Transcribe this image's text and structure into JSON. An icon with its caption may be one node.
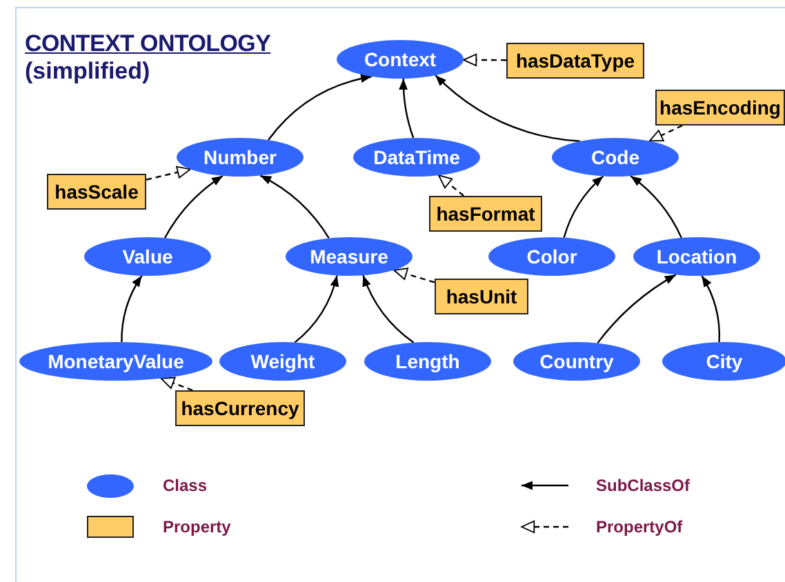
{
  "diagram": {
    "title": "CONTEXT ONTOLOGY",
    "nodes": [
      {
        "text": [
          "Context"
        ]
      },
      {
        "text": [
          "hasDataType"
        ]
      },
      {
        "text": [
          "hasEncoding"
        ]
      },
      {
        "text": [
          "Number"
        ]
      },
      {
        "text": [
          "DataTime"
        ]
      },
      {
        "text": [
          "Code"
        ]
      },
      {
        "text": [
          "hasScale"
        ]
      },
      {
        "text": [
          "hasFormat"
        ]
      },
      {
        "text": [
          "Value"
        ]
      },
      {
        "text": [
          "Measure"
        ]
      },
      {
        "text": [
          "Color"
        ]
      },
      {
        "text": [
          "Location"
        ]
      },
      {
        "text": [
          "hasUnit"
        ]
      },
      {
        "text": [
          "MonetaryValue"
        ]
      },
      {
        "text": [
          "Weight"
        ]
      },
      {
        "text": [
          "Length"
        ]
      },
      {
        "text": [
          "Country"
        ]
      },
      {
        "text": [
          "City"
        ]
      },
      {
        "text": [
          "hasCurrency"
        ]
      }
    ],
    "edges": [
      {
        "from": 3,
        "to": 0,
        "arrow": "to"
      },
      {
        "from": 4,
        "to": 0,
        "arrow": "to"
      },
      {
        "from": 5,
        "to": 0,
        "arrow": "to"
      },
      {
        "from": 1,
        "to": 0,
        "arrow": "to",
        "style": "dashed"
      },
      {
        "from": 2,
        "to": 5,
        "arrow": "to",
        "style": "dashed"
      },
      {
        "from": 6,
        "to": 3,
        "arrow": "to",
        "style": "dashed"
      },
      {
        "from": 7,
        "to": 4,
        "arrow": "to",
        "style": "dashed"
      },
      {
        "from": 8,
        "to": 3,
        "arrow": "to"
      },
      {
        "from": 9,
        "to": 3,
        "arrow": "to"
      },
      {
        "from": 10,
        "to": 5,
        "arrow": "to"
      },
      {
        "from": 11,
        "to": 5,
        "arrow": "to"
      },
      {
        "from": 12,
        "to": 9,
        "arrow": "to",
        "style": "dashed"
      },
      {
        "from": 13,
        "to": 8,
        "arrow": "to"
      },
      {
        "from": 14,
        "to": 9,
        "arrow": "to"
      },
      {
        "from": 15,
        "to": 9,
        "arrow": "to"
      },
      {
        "from": 16,
        "to": 11,
        "arrow": "to"
      },
      {
        "from": 17,
        "to": 11,
        "arrow": "to"
      },
      {
        "from": 18,
        "to": 13,
        "arrow": "to",
        "style": "dashed"
      }
    ],
    "labels": [
      "(simplified)"
    ],
    "legend": [
      {
        "text": "Class",
        "color": "#3366ff"
      },
      {
        "text": "Property",
        "color": "#ffcc66"
      },
      {
        "text": "SubClassOf"
      },
      {
        "text": "PropertyOf"
      }
    ]
  }
}
